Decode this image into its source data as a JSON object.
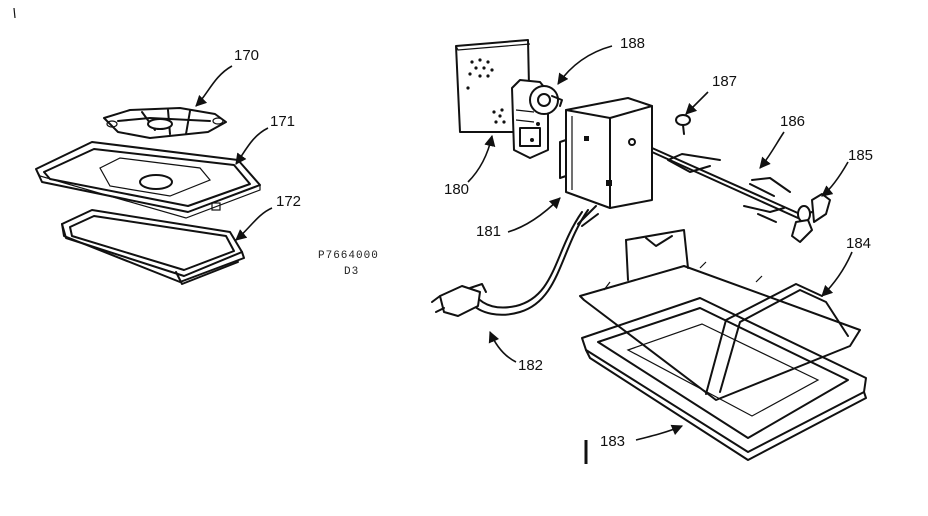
{
  "diagram": {
    "drawing_code": "P7664000",
    "drawing_rev": "D3",
    "callouts": {
      "p170": "170",
      "p171": "171",
      "p172": "172",
      "p180": "180",
      "p181": "181",
      "p182": "182",
      "p183": "183",
      "p184": "184",
      "p185": "185",
      "p186": "186",
      "p187": "187",
      "p188": "188"
    }
  }
}
